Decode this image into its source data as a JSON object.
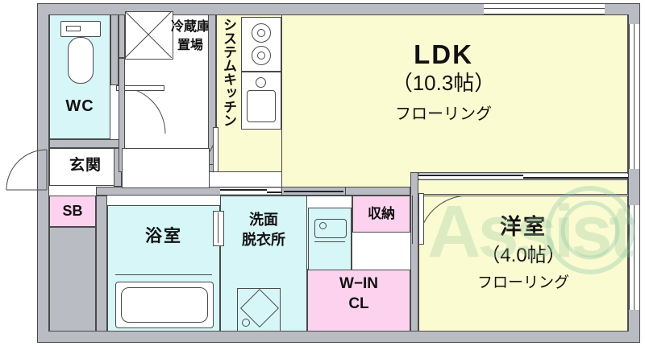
{
  "plan": {
    "title": "apartment-floor-plan",
    "rooms": [
      {
        "id": "ldk",
        "label": "LDK",
        "sub1": "（10.3帖）",
        "sub2": "フローリング"
      },
      {
        "id": "washitsu",
        "label": "洋室",
        "sub1": "（4.0帖）",
        "sub2": "フローリング"
      },
      {
        "id": "wc",
        "label": "WC"
      },
      {
        "id": "genkan",
        "label": "玄関"
      },
      {
        "id": "sb",
        "label": "SB"
      },
      {
        "id": "yokushitsu",
        "label": "浴室"
      },
      {
        "id": "senmen",
        "label": "洗面",
        "sub1": "脱衣所"
      },
      {
        "id": "win_cl",
        "label": "W−IN",
        "sub1": "CL"
      },
      {
        "id": "shuno",
        "label": "収納"
      },
      {
        "id": "reizouko",
        "label": "冷蔵庫",
        "sub1": "置場"
      },
      {
        "id": "kitchen",
        "label": "システムキッチン"
      }
    ],
    "watermark": {
      "main": "Assist",
      "sub": ""
    },
    "colors": {
      "ldk_fill": "#fbfbd2",
      "water_fill": "#d6f6f8",
      "closet_fill": "#fdd2ee",
      "wall_fill": "#b9bcc2",
      "line": "#4a4a4a"
    }
  }
}
